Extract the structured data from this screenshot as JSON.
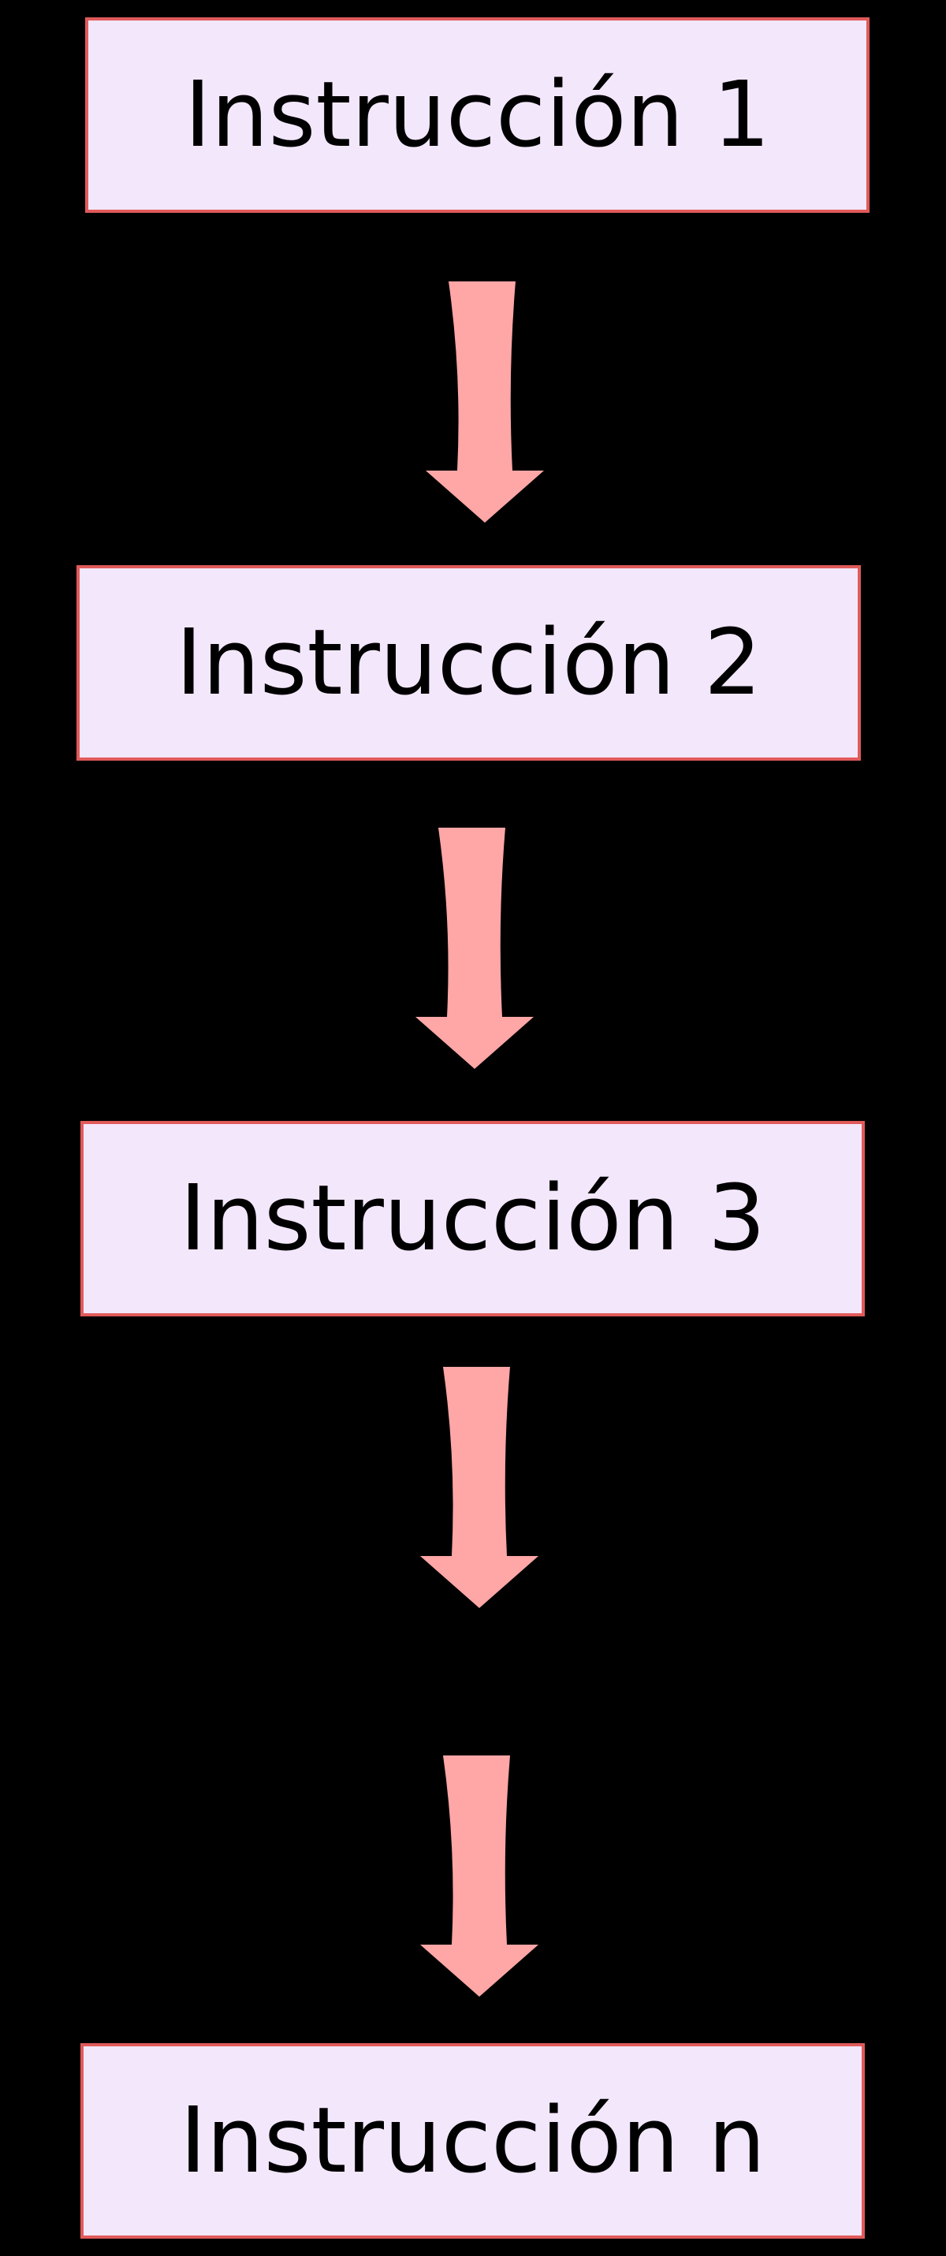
{
  "diagram": {
    "steps": [
      {
        "label": "Instrucción 1"
      },
      {
        "label": "Instrucción 2"
      },
      {
        "label": "Instrucción 3"
      },
      {
        "label": "Instrucción n"
      }
    ],
    "colors": {
      "background": "#000000",
      "box_fill": "#f3e7fc",
      "box_border": "#e05a5a",
      "arrow": "#ffa6a6",
      "text": "#000000"
    }
  }
}
